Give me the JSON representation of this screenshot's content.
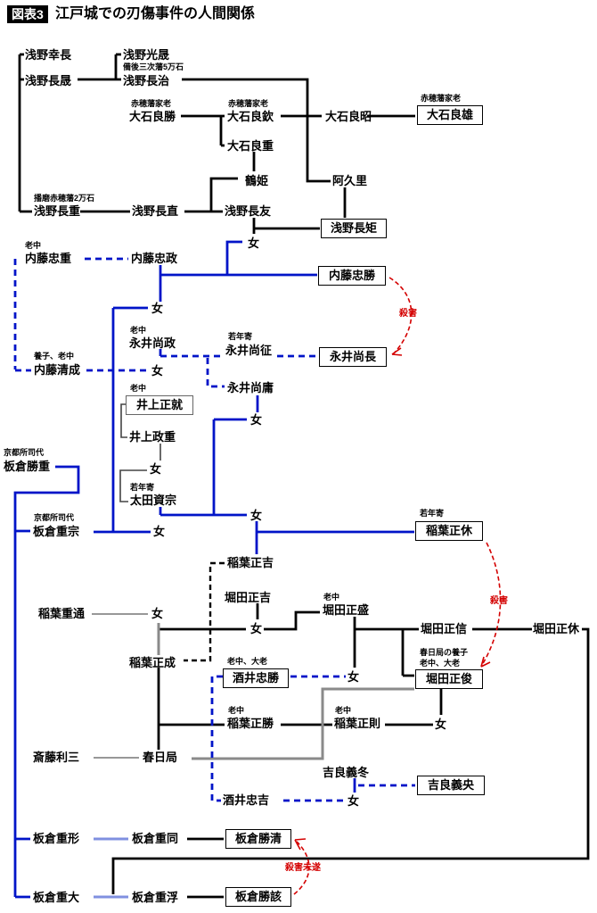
{
  "title": {
    "badge": "図表3",
    "text": "江戸城での刃傷事件の人間関係"
  },
  "colors": {
    "blue": "#0014c8",
    "lightblue": "#8090e0",
    "gray": "#8a8a8a",
    "red": "#d40000",
    "black": "#000000"
  },
  "legend_labels": {
    "murder": "殺害",
    "attempted_murder": "殺害未遂"
  },
  "nodes": {
    "asano_yoshinaga": "浅野幸長",
    "asano_nagaakira": "浅野長晟",
    "asano_mitsuakira": "浅野光晟",
    "label_bingo": "備後三次藩5万石",
    "asano_nagaharu": "浅野長治",
    "label_ako_karo1": "赤穂藩家老",
    "oishi_yoshikatsu": "大石良勝",
    "label_ako_karo2": "赤穂藩家老",
    "oishi_yoshikane": "大石良欽",
    "oishi_yoshiaki": "大石良昭",
    "label_ako_karo3": "赤穂藩家老",
    "oishi_yoshio": "大石良雄",
    "oishi_yoshishige": "大石良重",
    "tsuruhime": "鶴姫",
    "aguri": "阿久里",
    "label_harima": "播磨赤穂藩2万石",
    "asano_nagashige": "浅野長重",
    "asano_naganao": "浅野長直",
    "asano_nagatomo": "浅野長友",
    "asano_naganori": "浅野長矩",
    "onna1": "女",
    "label_rojyu1": "老中",
    "naito_tadashige": "内藤忠重",
    "naito_tadamasa": "内藤忠政",
    "naito_tadakatsu": "内藤忠勝",
    "onna2": "女",
    "label_yoshi_rojyu": "養子、老中",
    "naito_kiyonari": "内藤清成",
    "label_rojyu2": "老中",
    "nagai_naomasa": "永井尚政",
    "label_wakadoshiyori1": "若年寄",
    "nagai_naoyuki": "永井尚征",
    "nagai_naonaga": "永井尚長",
    "onna3": "女",
    "nagai_naotsune": "永井尚庸",
    "onna4": "女",
    "label_rojyu3": "老中",
    "inoue_masanari": "井上正就",
    "inoue_masashige": "井上政重",
    "onna5": "女",
    "label_wakadoshiyori2": "若年寄",
    "ota_sukemune": "太田資宗",
    "label_shoshidai1": "京都所司代",
    "itakura_katsushige": "板倉勝重",
    "label_shoshidai2": "京都所司代",
    "itakura_shigemune": "板倉重宗",
    "onna6": "女",
    "onna7": "女",
    "label_wakadoshiyori3": "若年寄",
    "inaba_masayasu": "稲葉正休",
    "inaba_masayoshi": "稲葉正吉",
    "hotta_masayoshi": "堀田正吉",
    "inaba_shigemichi": "稲葉重通",
    "onna8": "女",
    "label_rojyu4": "老中",
    "hotta_masamori": "堀田正盛",
    "onna9": "女",
    "hotta_masanobu": "堀田正信",
    "hotta_masayasu2": "堀田正休",
    "inaba_masanari": "稲葉正成",
    "label_rojyu_tairo1": "老中、大老",
    "sakai_tadakatsu": "酒井忠勝",
    "onna10": "女",
    "label_kasuga_yoshi": "春日局の養子",
    "label_rojyu_tairo2": "老中、大老",
    "hotta_masatoshi": "堀田正俊",
    "label_rojyu5": "老中",
    "inaba_masakatsu": "稲葉正勝",
    "label_rojyu6": "老中",
    "inaba_masanori": "稲葉正則",
    "onna11": "女",
    "saito_toshimitsu": "斎藤利三",
    "kasuga_no_tsubone": "春日局",
    "kira_yoshifuyu": "吉良義冬",
    "kira_yoshinaka": "吉良義央",
    "sakai_tadayoshi": "酒井忠吉",
    "onna12": "女",
    "itakura_shigekata": "板倉重形",
    "itakura_shigeatsu": "板倉重同",
    "itakura_katsukiyo": "板倉勝清",
    "itakura_shigehiro": "板倉重大",
    "itakura_shigeuki": "板倉重浮",
    "itakura_katsuakira": "板倉勝該"
  }
}
